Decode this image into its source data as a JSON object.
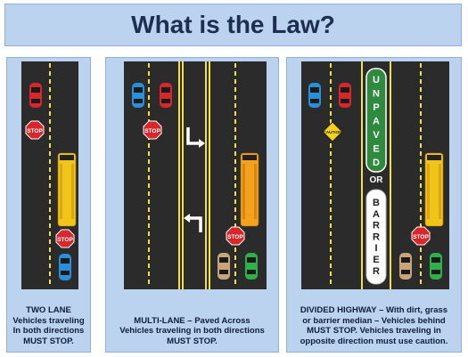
{
  "title": "What is the Law?",
  "panels": [
    {
      "captions": [
        "TWO LANE",
        "Vehicles traveling",
        "In both directions",
        "MUST STOP."
      ],
      "signs": [
        "STOP",
        "STOP"
      ]
    },
    {
      "captions": [
        "MULTI-LANE – Paved Across",
        "Vehicles traveling in both directions",
        "MUST STOP."
      ],
      "signs": [
        "STOP",
        "STOP"
      ]
    },
    {
      "captions": [
        "DIVIDED HIGHWAY – With dirt, grass",
        "or barrier median – Vehicles behind",
        "MUST STOP.   Vehicles traveling in",
        "opposite direction must use caution."
      ],
      "signs": [
        "CAUTION",
        "STOP"
      ],
      "median_top": "UNPAVED",
      "median_or": "OR",
      "median_bottom": "BARRIER"
    }
  ],
  "colors": {
    "banner": "#bcd3f0",
    "road": "#2b2b2b",
    "lane_line": "#f1e04a",
    "bus": "#f2c419",
    "stop": "#d9262a",
    "car_red": "#d9262a",
    "car_blue": "#2b8fd8",
    "car_green": "#2fb04a",
    "car_tan": "#c8a47a",
    "median_green": "#2e8a3c"
  }
}
